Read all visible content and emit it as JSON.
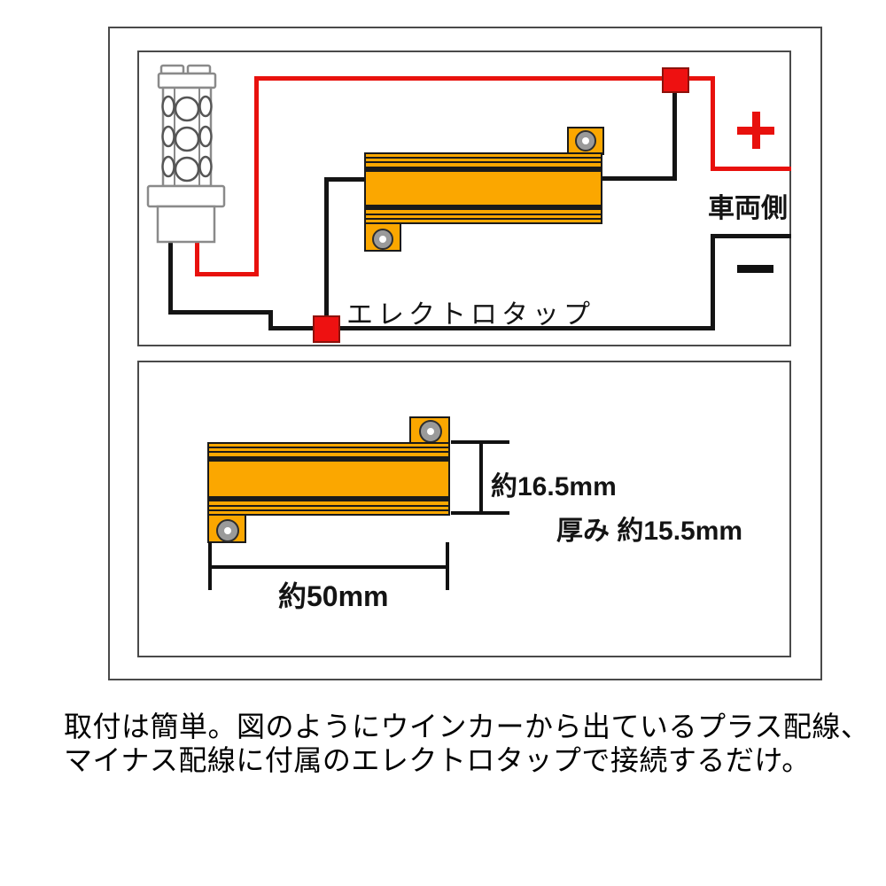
{
  "colors": {
    "wire-red": "#e8110d",
    "wire-black": "#141414",
    "resistor-orange": "#fba700",
    "tap-red": "#ee1111",
    "box-border": "#4a4a4a",
    "screw-gray": "#9a9a9a"
  },
  "wiring_panel": {
    "electro_tap_label": "エレクトロタップ",
    "vehicle_side_label": "車両側",
    "positive_symbol": "+",
    "negative_symbol": "−"
  },
  "dimension_panel": {
    "height_label": "約16.5mm",
    "thickness_label": "厚み 約15.5mm",
    "width_label": "約50mm"
  },
  "caption": {
    "line1": "取付は簡単。図のようにウインカーから出ているプラス配線、",
    "line2": "マイナス配線に付属のエレクトロタップで接続するだけ。"
  }
}
